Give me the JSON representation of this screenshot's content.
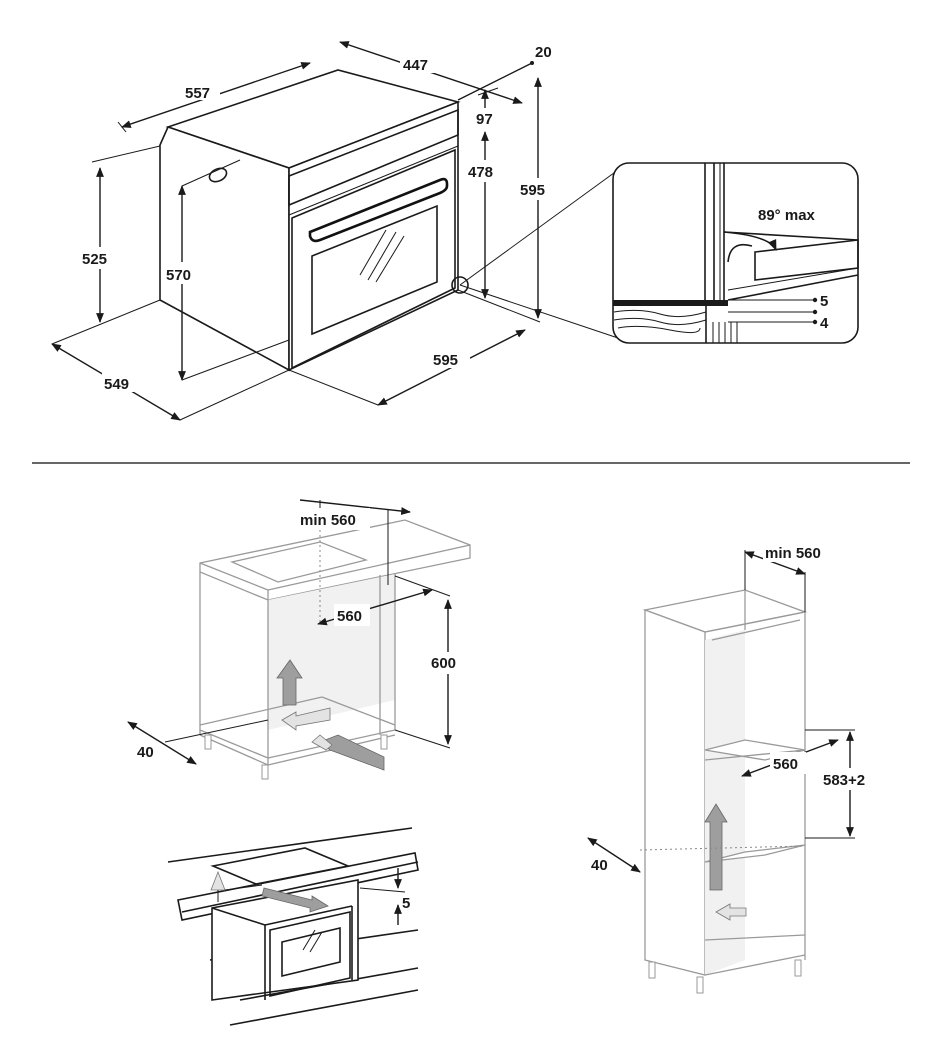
{
  "oven_dimensions": {
    "width_top": "557",
    "depth_top": "447",
    "offset": "20",
    "panel_height": "97",
    "inner_height": "478",
    "total_height": "595",
    "side_height": "525",
    "cavity_height": "570",
    "base_depth": "549",
    "front_width": "595"
  },
  "detail": {
    "angle": "89° max",
    "gap_a": "5",
    "gap_b": "4"
  },
  "under_counter": {
    "min_width": "min 560",
    "inner_width": "560",
    "height": "600",
    "depth": "40"
  },
  "countertop_gap": "5",
  "tall_cabinet": {
    "min_width": "min 560",
    "inner_width": "560",
    "height": "583+2",
    "depth": "40"
  }
}
